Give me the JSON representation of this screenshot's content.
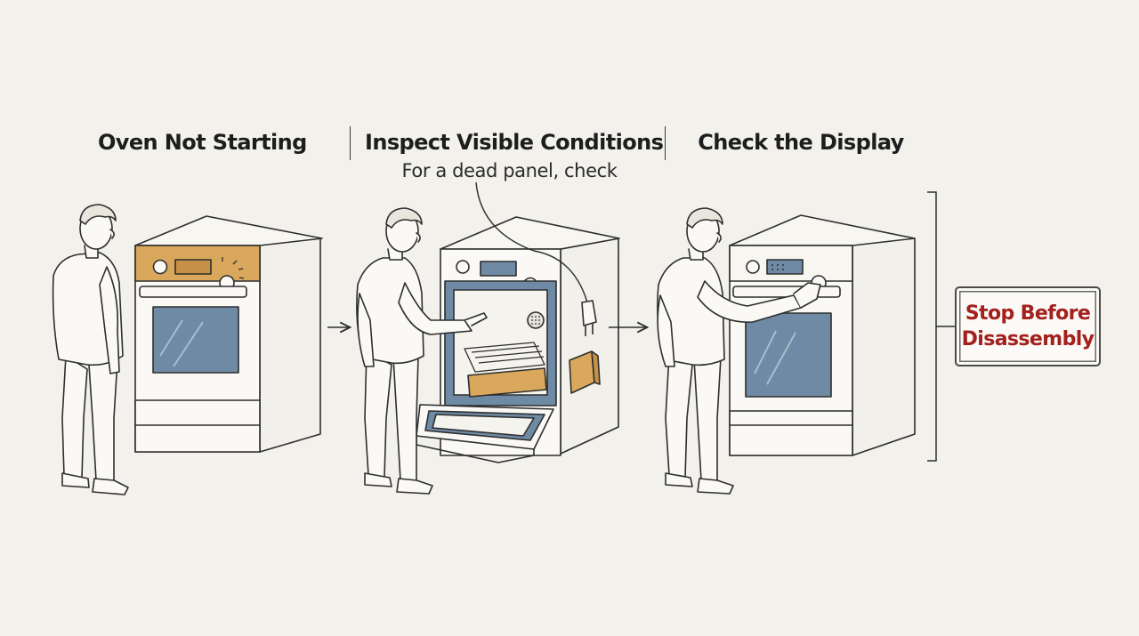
{
  "steps": [
    {
      "title": "Oven Not Starting"
    },
    {
      "title": "Inspect Visible Conditions",
      "note": "For a dead panel, check"
    },
    {
      "title": "Check the Display"
    }
  ],
  "outcome": {
    "line1": "Stop Before",
    "line2": "Disassembly"
  },
  "colors": {
    "background": "#f3f1ec",
    "line": "#2e2e2e",
    "accent_tan": "#d9a85c",
    "window_blue": "#6f8aa4",
    "warning_red": "#a3201d"
  }
}
